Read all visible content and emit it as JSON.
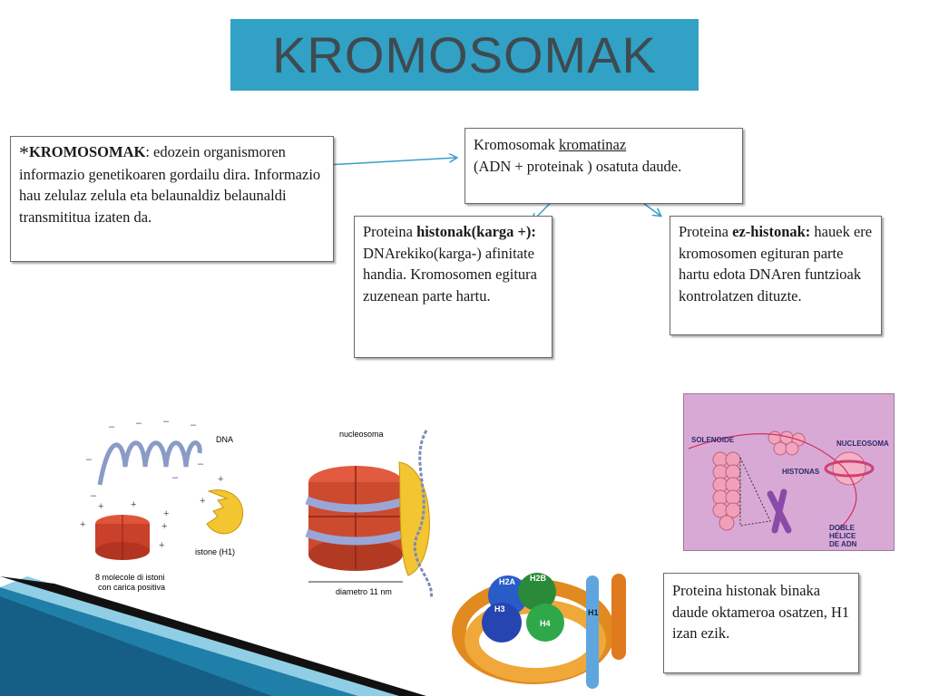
{
  "slide": {
    "title": "KROMOSOMAK",
    "accent_color": "#31a1c6",
    "arrow_color": "#3a9fc6"
  },
  "definition_box": {
    "star": "*",
    "term": "KROMOSOMAK",
    "text": ": edozein organismoren informazio genetikoaren gordailu dira. Informazio hau zelulaz zelula eta belaunaldiz belaunaldi transmititua izaten da."
  },
  "chromatin_box": {
    "line1_prefix": "Kromosomak ",
    "line1_underlined": "kromatinaz",
    "line2": "(ADN + proteinak ) osatuta daude."
  },
  "histone_box": {
    "prefix": "Proteina ",
    "bold": "histonak(karga +):",
    "text": " DNArekiko(karga-) afinitate handia. Kromosomen egitura zuzenean parte hartu."
  },
  "nonhistone_box": {
    "prefix": "Proteina ",
    "bold": "ez-histonak:",
    "text": " hauek ere kromosomen egituran parte hartu edota DNAren funtzioak kontrolatzen dituzte."
  },
  "octamer_box": {
    "text": "Proteina histonak binaka daude oktameroa osatzen, H1 izan ezik."
  },
  "figure_labels": {
    "dna": "DNA",
    "istone": "istone (H1)",
    "molecole_line1": "8 molecole di istoni",
    "molecole_line2": "con carica positiva",
    "nucleosoma": "nucleosoma",
    "diametro": "diametro 11 nm"
  },
  "solenoid_labels": {
    "solenoide": "SOLENOIDE",
    "nucleosoma": "NUCLEOSOMA",
    "histonas": "HISTONAS",
    "doble1": "DOBLE",
    "doble2": "HÉLICE",
    "doble3": "DE ADN"
  },
  "octamer_labels": {
    "h2a": "H2A",
    "h2b": "H2B",
    "h3": "H3",
    "h4": "H4",
    "h1": "H1"
  }
}
